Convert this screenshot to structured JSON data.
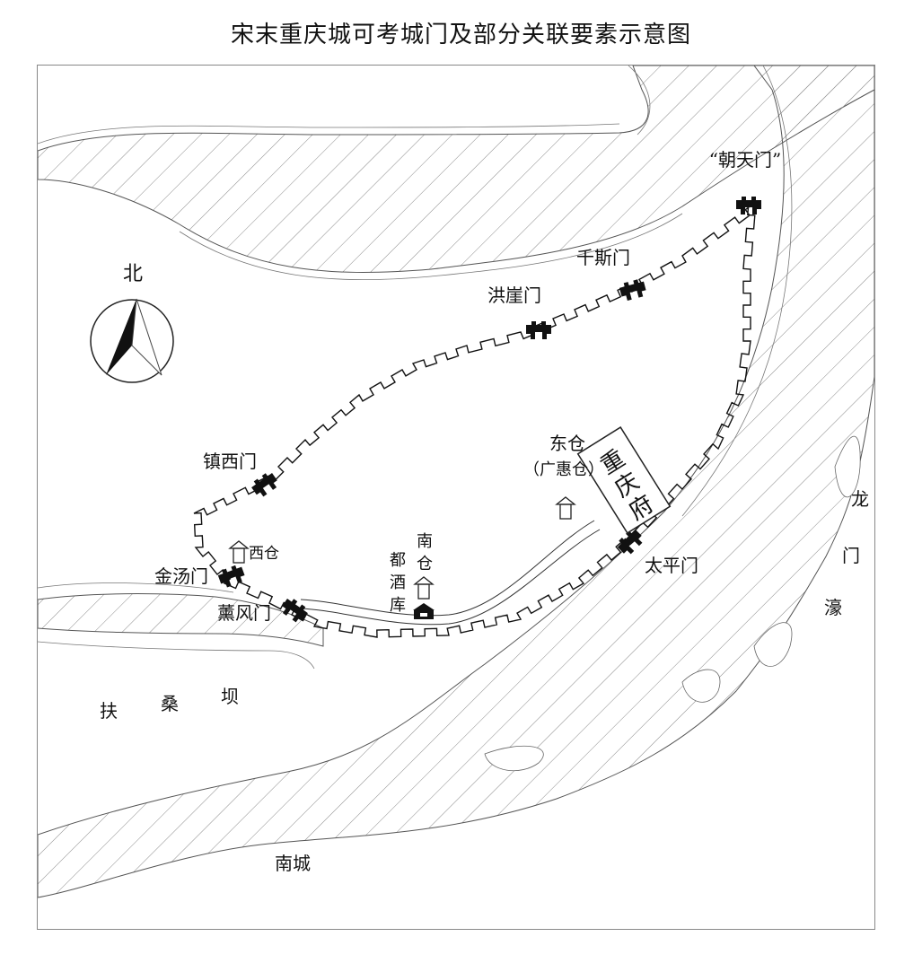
{
  "title": "宋末重庆城可考城门及部分关联要素示意图",
  "compass": {
    "label": "北"
  },
  "gates": {
    "chaotianmen": "“朝天门”",
    "qiansimen": "千斯门",
    "hongyamen": "洪崖门",
    "zhenximen": "镇西门",
    "jintangmen": "金汤门",
    "xunfengmen": "薰风门",
    "taipingmen": "太平门"
  },
  "facilities": {
    "dongcang": "东仓",
    "guanghuicang": "（广惠仓）",
    "xicang": "西仓",
    "nancang_1": "南",
    "nancang_2": "仓",
    "dujiuku_1": "都",
    "dujiuku_2": "酒",
    "dujiuku_3": "库",
    "chongqingfu_1": "重",
    "chongqingfu_2": "庆",
    "chongqingfu_3": "府"
  },
  "places": {
    "longmenhao_1": "龙",
    "longmenhao_2": "门",
    "longmenhao_3": "濠",
    "fusangba_1": "扶",
    "fusangba_2": "桑",
    "fusangba_3": "坝",
    "nancheng": "南城"
  },
  "colors": {
    "ink": "#111111",
    "line": "#555555",
    "hatch": "#8a8a8a",
    "frame": "#888888"
  }
}
